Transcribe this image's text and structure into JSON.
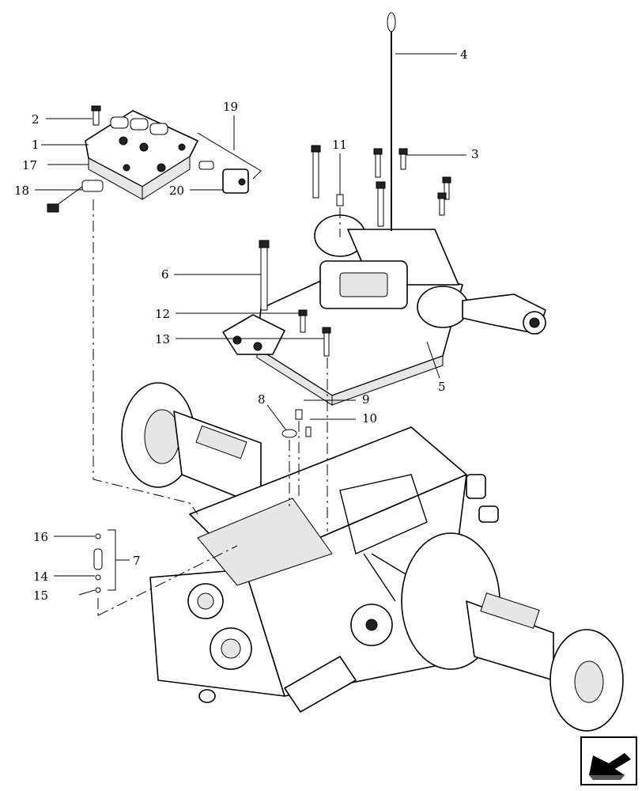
{
  "callouts": [
    "1",
    "2",
    "3",
    "4",
    "5",
    "6",
    "7",
    "8",
    "9",
    "10",
    "11",
    "12",
    "13",
    "14",
    "15",
    "16",
    "17",
    "18",
    "19",
    "20"
  ],
  "icons": {
    "nav": "arrow-nav-icon"
  }
}
